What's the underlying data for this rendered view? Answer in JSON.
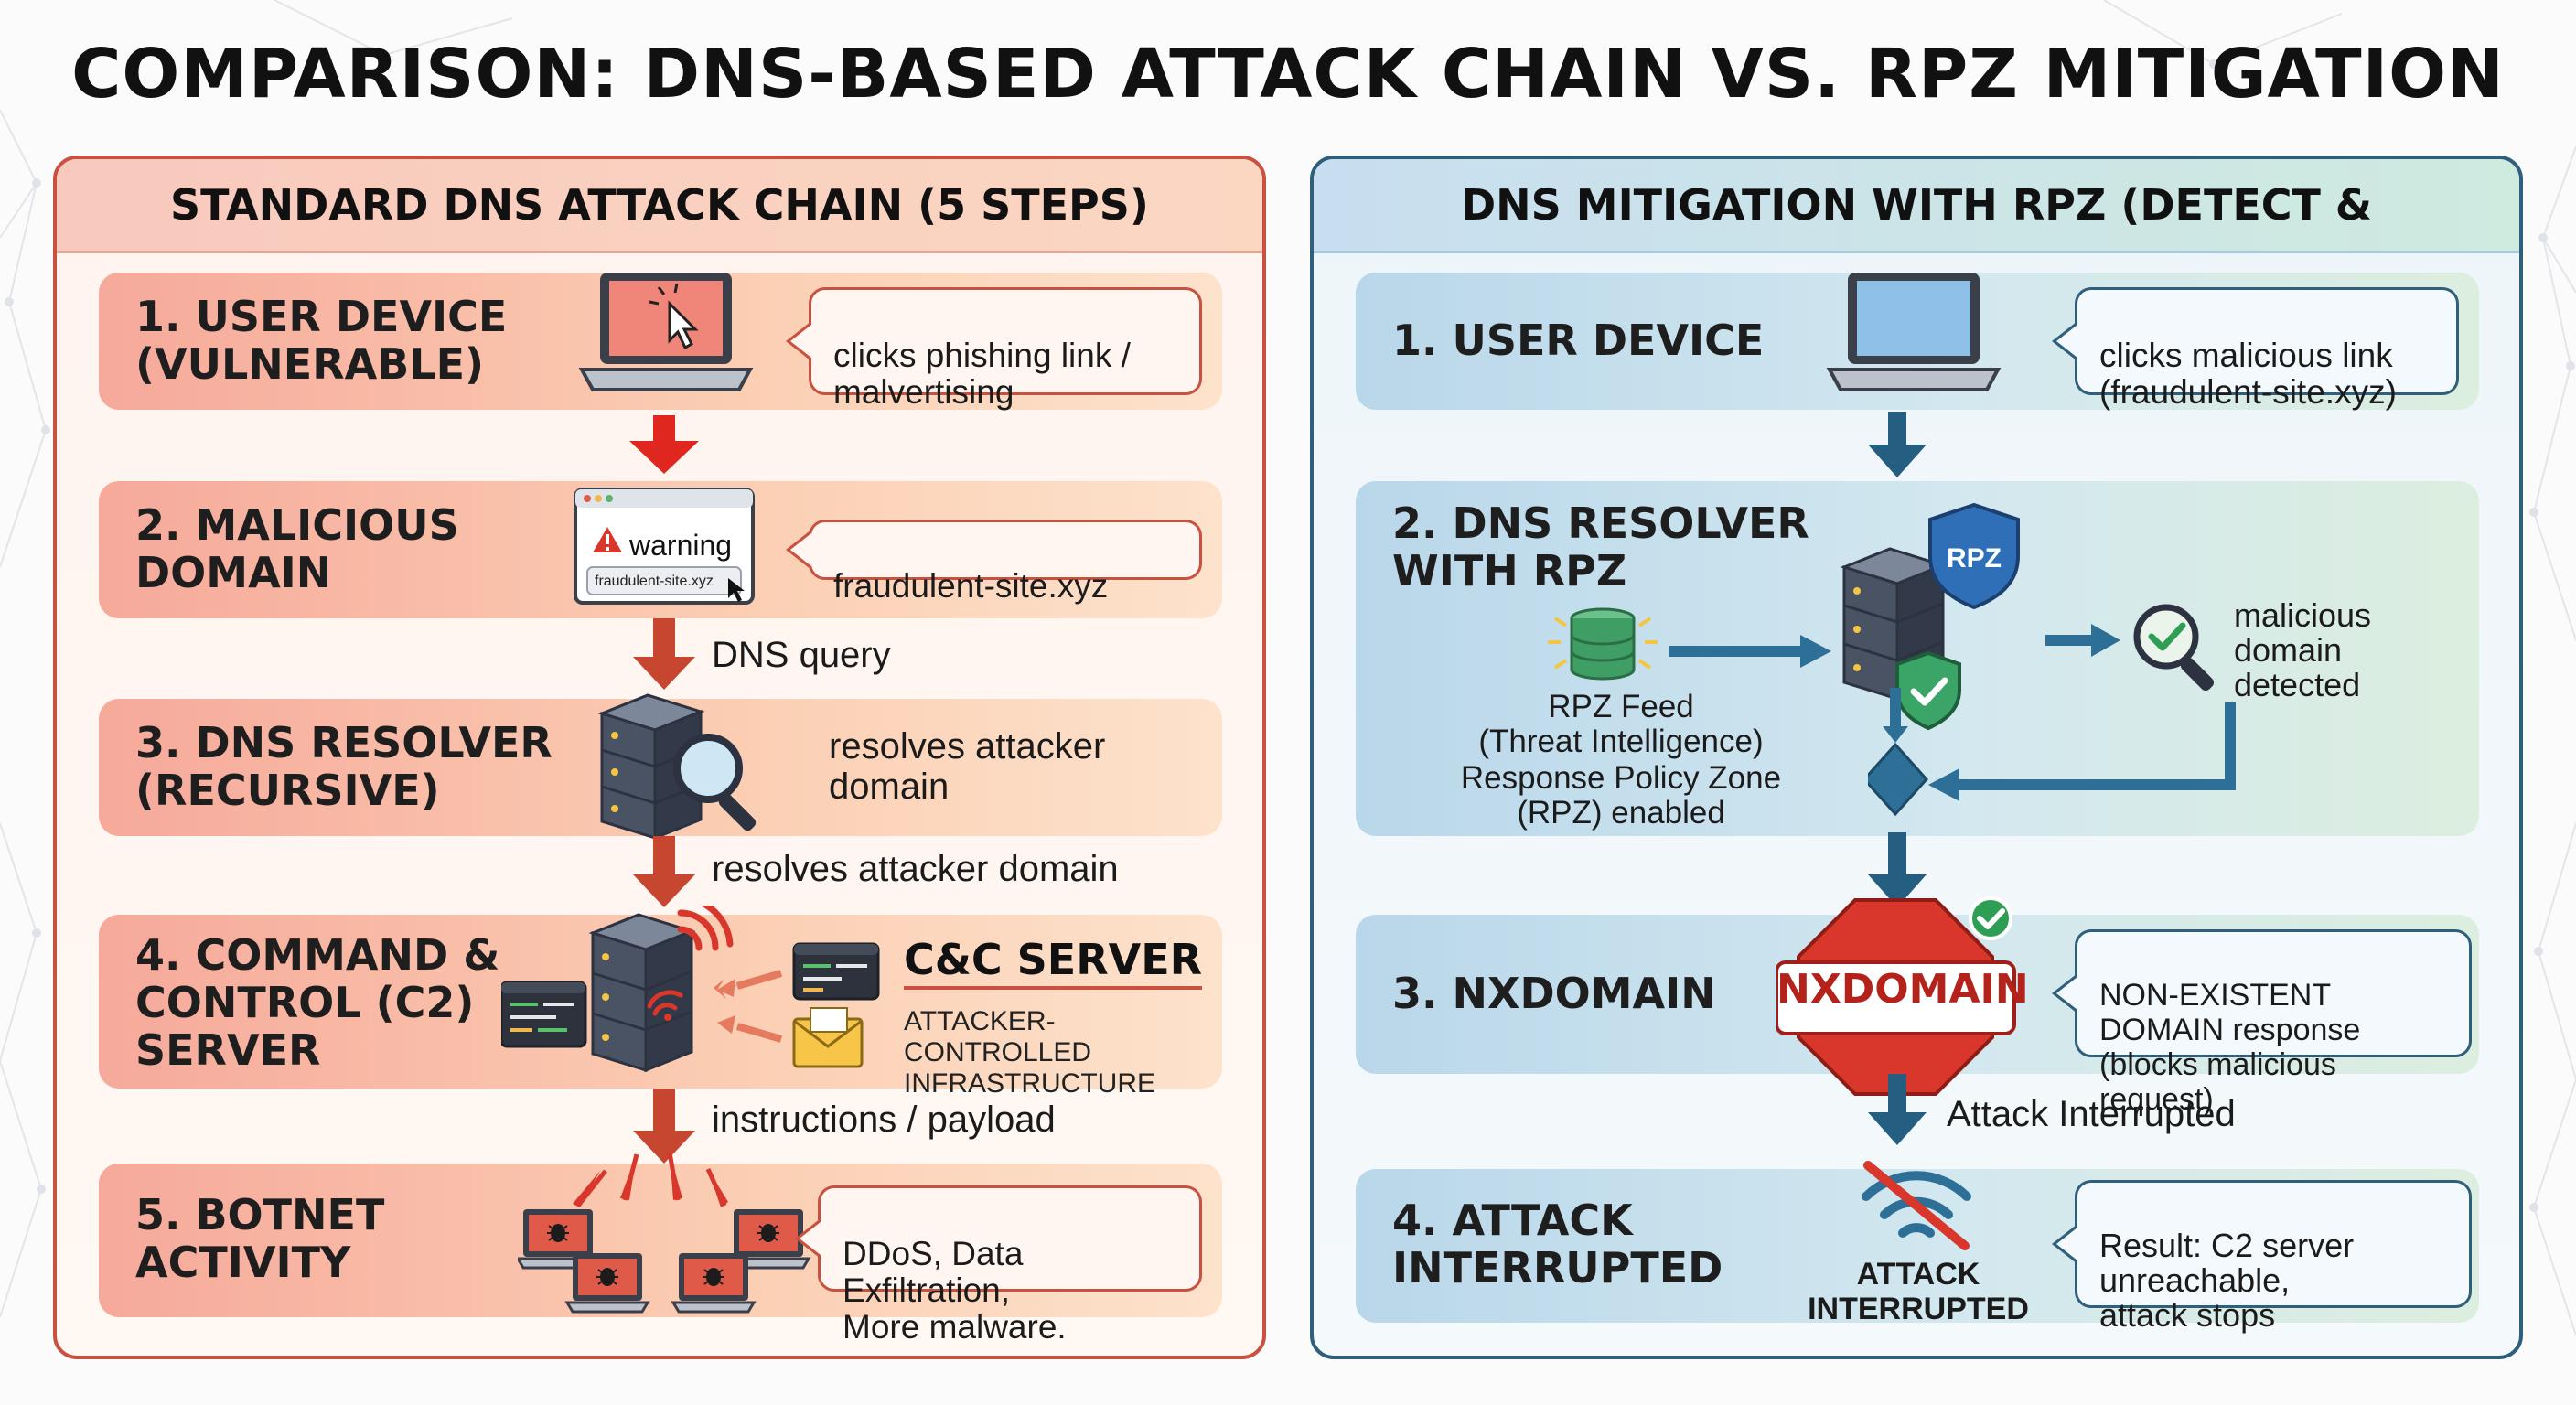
{
  "title": "COMPARISON: DNS-BASED ATTACK CHAIN VS. RPZ MITIGATION",
  "left_panel": {
    "header": "STANDARD DNS ATTACK CHAIN (5 STEPS)",
    "steps": [
      {
        "label": "1. USER DEVICE\n(VULNERABLE)",
        "callout": "clicks phishing link /\nmalvertising",
        "icon": "laptop-click-icon"
      },
      {
        "label": "2. MALICIOUS\nDOMAIN",
        "callout": "fraudulent-site.xyz",
        "icon": "browser-warning-icon",
        "window_warning": "warning",
        "window_url": "fraudulent-site.xyz"
      },
      {
        "label": "3. DNS RESOLVER\n(RECURSIVE)",
        "callout": "resolves attacker\ndomain",
        "icon": "server-magnifier-icon"
      },
      {
        "label": "4. COMMAND &\nCONTROL (C2)\nSERVER",
        "cc_title": "C&C SERVER",
        "cc_subtitle": "ATTACKER-CONTROLLED\nINFRASTRUCTURE",
        "icon": "c2-server-icon"
      },
      {
        "label": "5. BOTNET\nACTIVITY",
        "callout": "DDoS, Data Exfiltration,\nMore malware.",
        "icon": "botnet-laptops-icon"
      }
    ],
    "arrow_labels": [
      "DNS query",
      "resolves attacker domain",
      "instructions / payload"
    ]
  },
  "right_panel": {
    "header": "DNS MITIGATION WITH RPZ (DETECT & INTERRUPT)",
    "steps": [
      {
        "label": "1. USER DEVICE",
        "callout": "clicks malicious link\n(fraudulent-site.xyz)",
        "icon": "laptop-icon"
      },
      {
        "label": "2. DNS RESOLVER\nWITH RPZ",
        "feed_label": "RPZ Feed\n(Threat Intelligence)",
        "zone_label": "Response Policy Zone\n(RPZ) enabled",
        "detect_label": "malicious domain\ndetected",
        "shield_text": "RPZ",
        "icon": "rpz-resolver-icon"
      },
      {
        "label": "3. NXDOMAIN",
        "sign_text": "NXDOMAIN",
        "callout": "NON-EXISTENT\nDOMAIN response\n(blocks malicious request)",
        "icon": "stop-sign-icon"
      },
      {
        "label": "4. ATTACK\nINTERRUPTED",
        "icon_caption": "ATTACK\nINTERRUPTED",
        "callout": "Result: C2 server\nunreachable,\nattack stops",
        "icon": "no-wifi-icon"
      }
    ],
    "arrow_labels": [
      "Attack Interrupted"
    ]
  },
  "colors": {
    "attack_accent": "#c9513f",
    "arrow_red": "#e0271f",
    "arrow_brick": "#c7462f",
    "mitigation_accent": "#2f5f7a",
    "arrow_blue": "#245f82",
    "stop_red": "#d9362c",
    "check_green": "#2f9e55"
  }
}
